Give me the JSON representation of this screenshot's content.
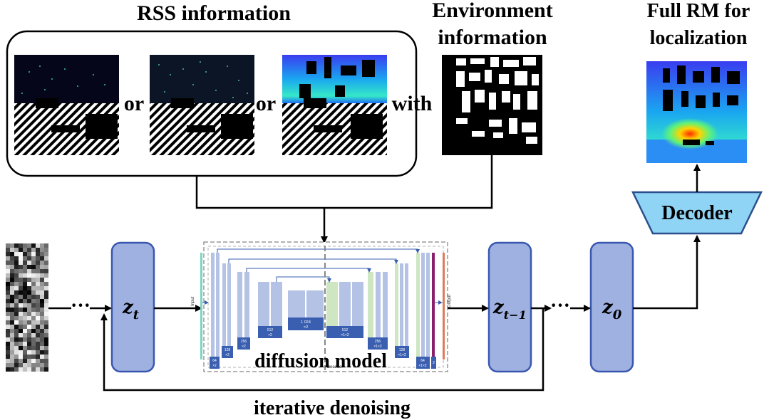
{
  "labels": {
    "rss_title": "RSS information",
    "env_title_line1": "Environment",
    "env_title_line2": "information",
    "full_rm_line1": "Full RM for",
    "full_rm_line2": "localization",
    "or1": "or",
    "or2": "or",
    "with": "with",
    "decoder": "Decoder",
    "diffusion": "diffusion model",
    "iterative": "iterative denoising",
    "dots1": "···",
    "dots2": "···"
  },
  "latents": {
    "zt_base": "z",
    "zt_sub": "t",
    "zt1_base": "z",
    "zt1_sub": "t−1",
    "z0_base": "z",
    "z0_sub": "0"
  },
  "unet": {
    "input": "Input",
    "output": "Output",
    "decoder_small": "Decoder",
    "enc_blocks": [
      {
        "ch": "64",
        "mult": "×2"
      },
      {
        "ch": "128",
        "mult": "×2"
      },
      {
        "ch": "256",
        "mult": "×2"
      },
      {
        "ch": "512",
        "mult": "×2"
      }
    ],
    "mid_block": {
      "ch": "1 024",
      "mult": "×2"
    },
    "dec_blocks": [
      {
        "ch": "512",
        "mult": "×1×2"
      },
      {
        "ch": "256",
        "mult": "×1×2"
      },
      {
        "ch": "128",
        "mult": "×1×2"
      },
      {
        "ch": "64",
        "mult": "×1×2"
      }
    ],
    "final_ch": "2"
  },
  "colors": {
    "latent_fill": "#9fb1e0",
    "latent_stroke": "#3a57b0",
    "decoder_fill": "#8fd4f5",
    "unet_block": "#b4c2e6",
    "unet_label": "#3a5fb0",
    "unet_skip": "#cfe6c3",
    "unet_arrow": "#3a5fb0"
  }
}
